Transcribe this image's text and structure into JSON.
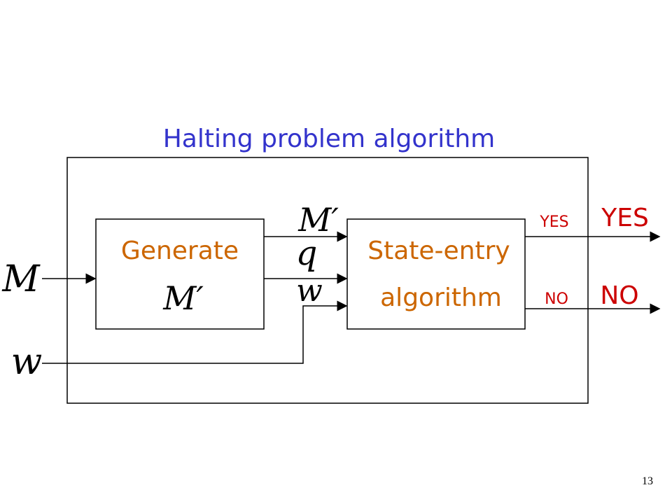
{
  "title": "Halting problem algorithm",
  "generate_box": {
    "line1": "Generate",
    "line2": "M′"
  },
  "state_entry_box": {
    "line1": "State-entry",
    "line2": "algorithm"
  },
  "inputs": {
    "M": "M",
    "w": "w"
  },
  "wires": {
    "m_prime": "M′",
    "q": "q",
    "w": "w"
  },
  "outputs": {
    "yes_inner": "YES",
    "yes_outer": "YES",
    "no_inner": "NO",
    "no_outer": "NO"
  },
  "page_number": "13",
  "colors": {
    "title": "#3333cc",
    "box_label": "#cc6600",
    "output": "#cc0000"
  }
}
